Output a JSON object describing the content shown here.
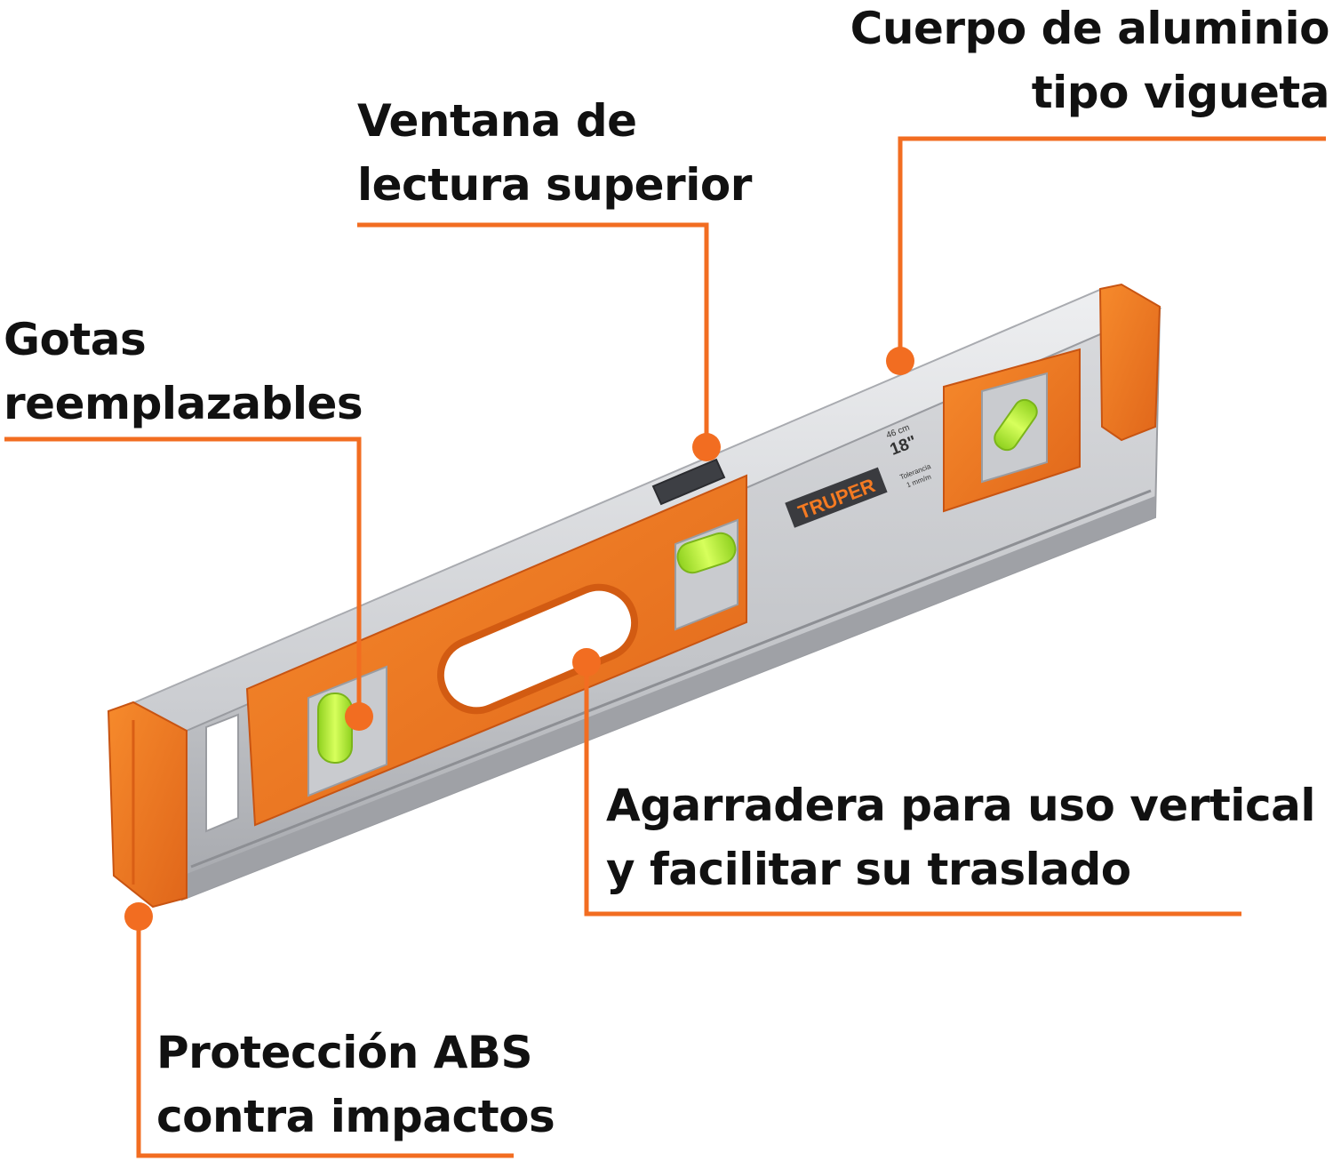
{
  "colors": {
    "accent": "#f26d21",
    "orange_body": "#f07a1f",
    "orange_dark": "#cf5a12",
    "aluminum_light": "#dcdde0",
    "aluminum_mid": "#b9bbbf",
    "aluminum_dark": "#8e9095",
    "bubble_green": "#b7f23a",
    "text": "#111111"
  },
  "callouts": {
    "body": {
      "lines": [
        "Cuerpo de aluminio",
        "tipo vigueta"
      ]
    },
    "window": {
      "lines": [
        "Ventana de",
        "lectura superior"
      ]
    },
    "vials": {
      "lines": [
        "Gotas",
        "reemplazables"
      ]
    },
    "handle": {
      "lines": [
        "Agarradera para uso vertical",
        "y facilitar su traslado"
      ]
    },
    "protection": {
      "lines": [
        "Protección ABS",
        "contra impactos"
      ]
    }
  },
  "product": {
    "brand": "TRUPER",
    "length_cm": "46 cm",
    "length_in": "18\"",
    "tolerance_line1": "Tolerancia",
    "tolerance_line2": "1 mm/m"
  }
}
